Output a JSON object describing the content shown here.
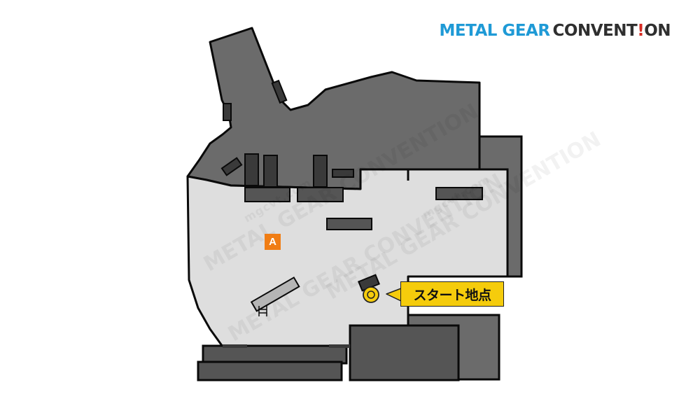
{
  "brand": {
    "part1": "METAL GEAR",
    "part2_a": "CONVENT",
    "part2_bang": "!",
    "part2_b": "ON"
  },
  "map": {
    "area_marker": "A",
    "start_label": "スタート地点",
    "watermark_text": "METAL GEAR CONVENTION",
    "watermark_url": "mgcvt.com",
    "colors": {
      "floor": "#dedede",
      "outer_zone": "#6b6b6b",
      "dark_block": "#555555",
      "obstacle": "#3a3a3a",
      "outline": "#0a0a0a",
      "area_marker": "#f07d14",
      "start_marker": "#f5cc0c",
      "brand_blue": "#1f9ad6",
      "brand_dark": "#2f2f2f",
      "brand_red": "#d62a22"
    }
  }
}
